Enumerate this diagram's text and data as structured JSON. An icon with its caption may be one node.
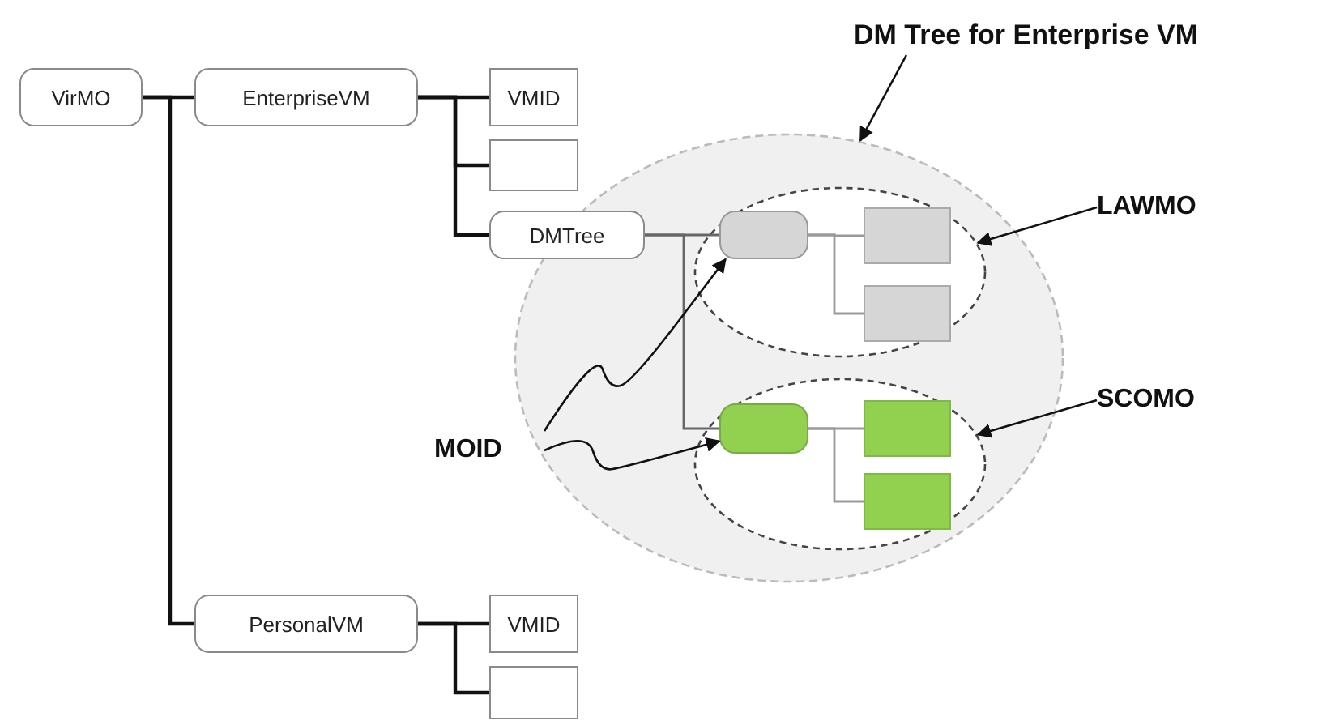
{
  "diagram": {
    "nodes": [
      {
        "text": [
          "VirMO"
        ]
      },
      {
        "text": [
          "EnterpriseVM"
        ]
      },
      {
        "text": [
          "VMID"
        ]
      },
      {
        "text": [],
        "shape": "box"
      },
      {
        "text": [
          "DMTree"
        ]
      },
      {
        "text": [
          "DM Tree for Enterprise VM"
        ]
      },
      {
        "text": [],
        "shape": "ellipse"
      },
      {
        "text": [
          "LAWMO"
        ]
      },
      {
        "text": [],
        "shape": "ellipse",
        "in": 6
      },
      {
        "text": [],
        "shape": "box",
        "in": 8
      },
      {
        "text": [],
        "shape": "box",
        "in": 8
      },
      {
        "text": [],
        "shape": "box",
        "in": 8
      },
      {
        "text": [
          "SCOMO"
        ]
      },
      {
        "text": [],
        "shape": "ellipse",
        "in": 6
      },
      {
        "text": [],
        "shape": "box",
        "in": 13
      },
      {
        "text": [],
        "shape": "box",
        "in": 13
      },
      {
        "text": [],
        "shape": "box",
        "in": 13
      },
      {
        "text": [
          "MOID"
        ]
      },
      {
        "text": [
          "PersonalVM"
        ]
      },
      {
        "text": [
          "VMID"
        ]
      },
      {
        "text": [],
        "shape": "box"
      }
    ],
    "edges": [
      {
        "from": 0,
        "to": 1,
        "arrow": "none"
      },
      {
        "from": 0,
        "to": 18,
        "arrow": "none"
      },
      {
        "from": 1,
        "to": 2,
        "arrow": "none"
      },
      {
        "from": 1,
        "to": 3,
        "arrow": "none"
      },
      {
        "from": 1,
        "to": 4,
        "arrow": "none"
      },
      {
        "from": 4,
        "to": 9,
        "arrow": "none",
        "color": "#666666"
      },
      {
        "from": 4,
        "to": 14,
        "arrow": "none",
        "color": "#666666"
      },
      {
        "from": 9,
        "to": 10,
        "arrow": "none",
        "color": "#999999"
      },
      {
        "from": 9,
        "to": 11,
        "arrow": "none",
        "color": "#999999"
      },
      {
        "from": 14,
        "to": 15,
        "arrow": "none",
        "color": "#999999"
      },
      {
        "from": 14,
        "to": 16,
        "arrow": "none",
        "color": "#999999"
      },
      {
        "from": 18,
        "to": 19,
        "arrow": "none"
      },
      {
        "from": 18,
        "to": 20,
        "arrow": "none"
      },
      {
        "from": 5,
        "to": 6,
        "arrow": "to"
      },
      {
        "from": 7,
        "to": 8,
        "arrow": "to"
      },
      {
        "from": 12,
        "to": 13,
        "arrow": "to"
      },
      {
        "from": 17,
        "to": 9,
        "arrow": "to"
      },
      {
        "from": 17,
        "to": 14,
        "arrow": "to"
      }
    ]
  }
}
